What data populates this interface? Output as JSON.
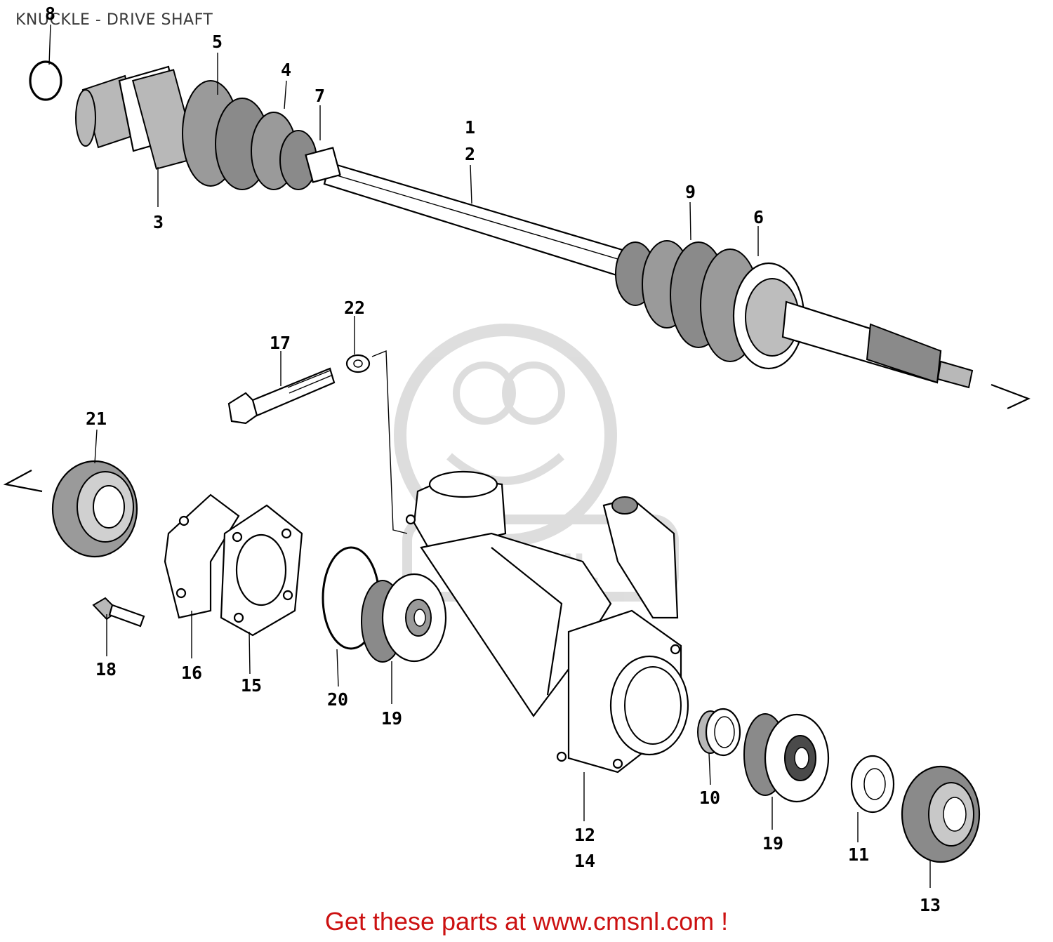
{
  "title": "KNUCKLE - DRIVE SHAFT",
  "footer": "Get these parts at www.cmsnl.com !",
  "watermark": "CMSNL",
  "callouts": [
    {
      "id": "c8",
      "text": "8"
    },
    {
      "id": "c5",
      "text": "5"
    },
    {
      "id": "c4",
      "text": "4"
    },
    {
      "id": "c7",
      "text": "7"
    },
    {
      "id": "c3",
      "text": "3"
    },
    {
      "id": "c1",
      "text": "1"
    },
    {
      "id": "c2",
      "text": "2"
    },
    {
      "id": "c9",
      "text": "9"
    },
    {
      "id": "c6",
      "text": "6"
    },
    {
      "id": "c22",
      "text": "22"
    },
    {
      "id": "c17",
      "text": "17"
    },
    {
      "id": "c21",
      "text": "21"
    },
    {
      "id": "c18",
      "text": "18"
    },
    {
      "id": "c16",
      "text": "16"
    },
    {
      "id": "c15",
      "text": "15"
    },
    {
      "id": "c20",
      "text": "20"
    },
    {
      "id": "c19a",
      "text": "19"
    },
    {
      "id": "c10",
      "text": "10"
    },
    {
      "id": "c19b",
      "text": "19"
    },
    {
      "id": "c12",
      "text": "12"
    },
    {
      "id": "c14",
      "text": "14"
    },
    {
      "id": "c11",
      "text": "11"
    },
    {
      "id": "c13",
      "text": "13"
    }
  ],
  "colors": {
    "footer": "#cc1111",
    "ink": "#000000",
    "title": "#3a3a3a"
  }
}
